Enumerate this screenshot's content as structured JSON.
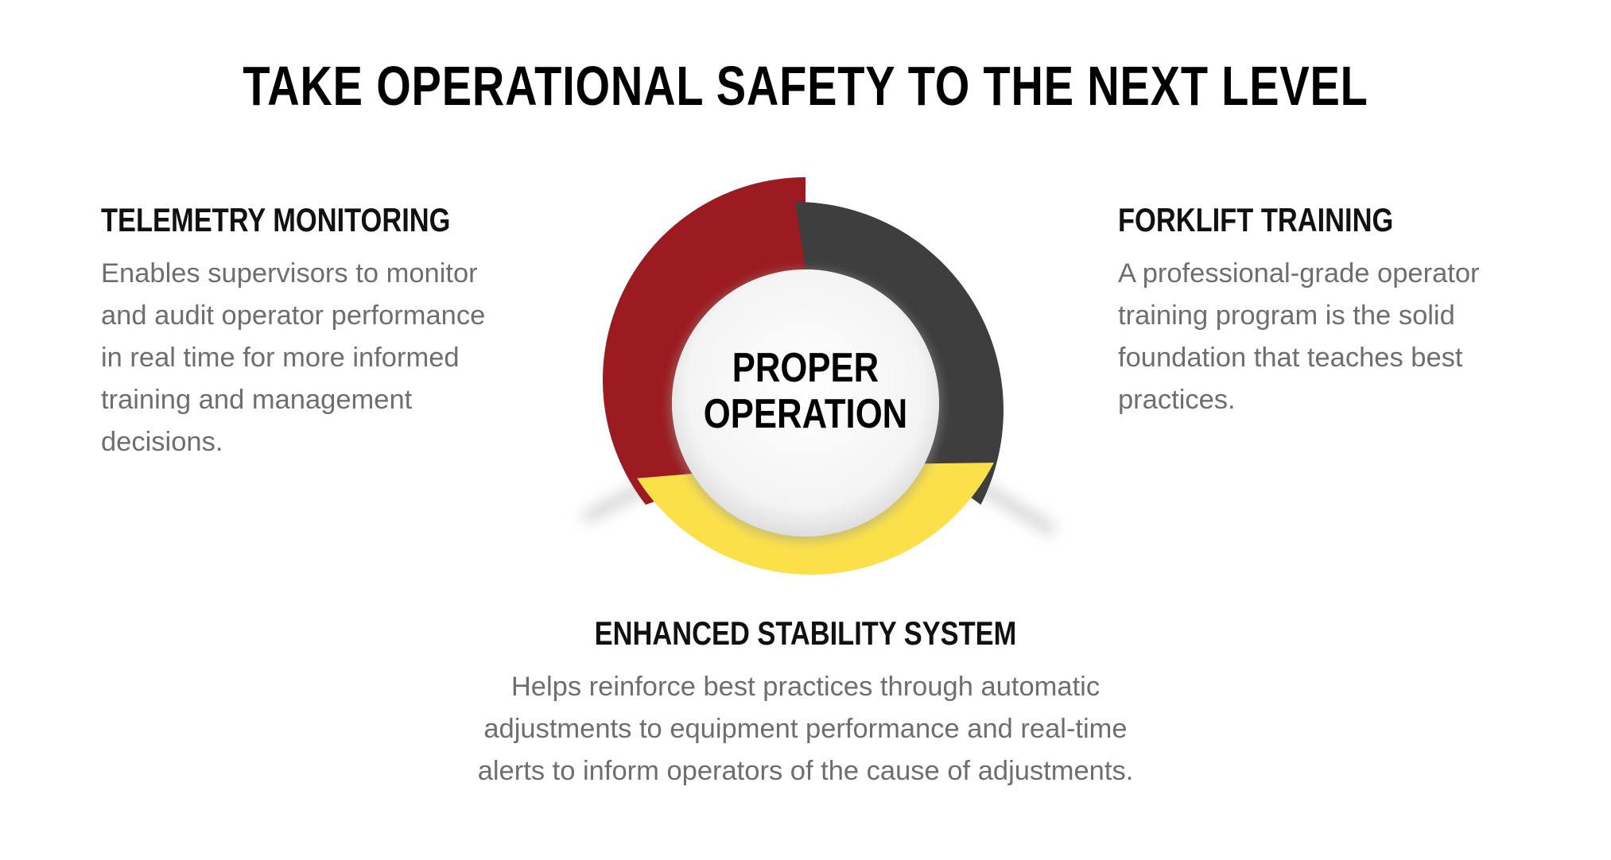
{
  "headline": "TAKE OPERATIONAL SAFETY TO THE NEXT LEVEL",
  "center": {
    "line1": "PROPER",
    "line2": "OPERATION"
  },
  "telemetry": {
    "title": "TELEMETRY MONITORING",
    "lines": [
      "Enables supervisors to monitor",
      "and audit operator performance",
      "in real time for more informed",
      "training and management",
      "decisions."
    ]
  },
  "forklift": {
    "title": "FORKLIFT TRAINING",
    "lines": [
      "A professional-grade operator",
      "training program is the solid",
      "foundation that teaches best",
      "practices."
    ]
  },
  "stability": {
    "title": "ENHANCED STABILITY SYSTEM",
    "lines": [
      "Helps reinforce best practices through automatic",
      "adjustments to equipment performance and real-time",
      "alerts to inform operators of the cause of adjustments."
    ]
  },
  "colors": {
    "telemetry": "#9b1b20",
    "forklift": "#3e3e3e",
    "stability": "#fbe04a",
    "body_text": "#6d6e71"
  }
}
